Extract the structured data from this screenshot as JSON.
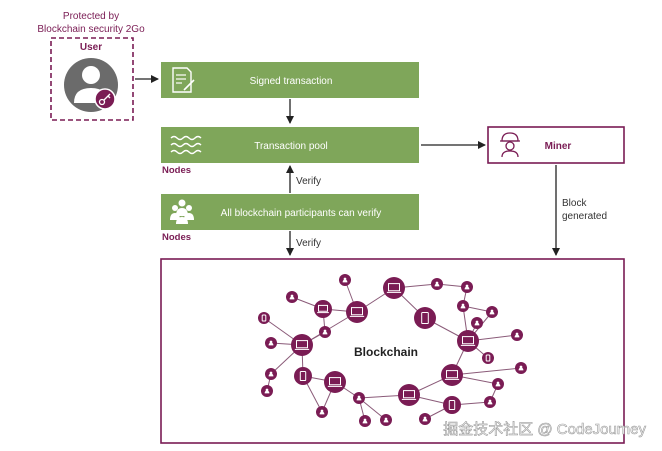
{
  "colors": {
    "accent_purple": "#7a1c54",
    "box_green": "#7fa65a",
    "text_white": "#ffffff",
    "text_dark": "#333333",
    "arrow": "#222222",
    "node_fill": "#7a1c54"
  },
  "user": {
    "caption_line1": "Protected by",
    "caption_line2": "Blockchain security 2Go",
    "title": "User",
    "icon": "user-with-key-icon"
  },
  "steps": {
    "signed_transaction": {
      "label": "Signed transaction",
      "icon": "document-sign-icon"
    },
    "transaction_pool": {
      "label": "Transaction pool",
      "icon": "waves-icon",
      "caption": "Nodes"
    },
    "participants": {
      "label": "All blockchain participants can verify",
      "icon": "people-group-icon",
      "caption": "Nodes"
    }
  },
  "arrows": {
    "verify_upper": "Verify",
    "verify_lower": "Verify"
  },
  "miner": {
    "label": "Miner",
    "icon": "miner-helmet-icon",
    "arrow_label_line1": "Block",
    "arrow_label_line2": "generated"
  },
  "blockchain": {
    "label": "Blockchain"
  },
  "watermark": {
    "text": "掘金技术社区 @ CodeJourney"
  }
}
